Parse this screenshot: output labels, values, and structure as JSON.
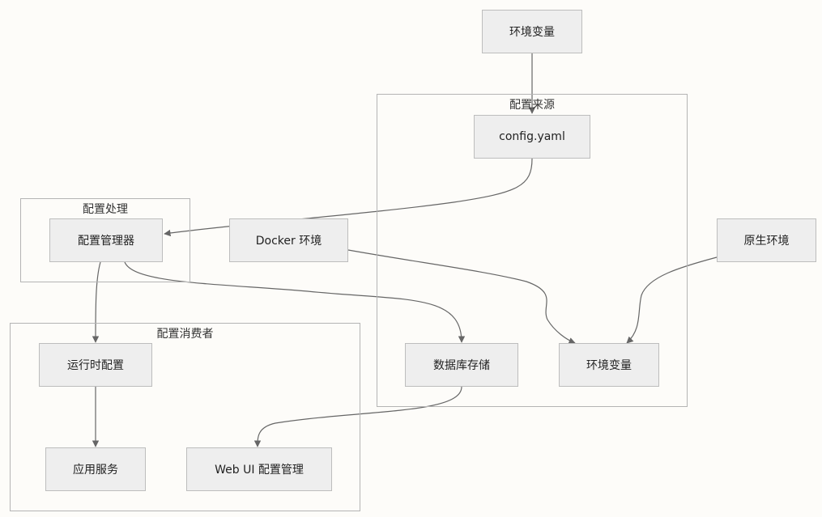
{
  "clusters": {
    "sources": "配置来源",
    "processing": "配置处理",
    "consumers": "配置消费者"
  },
  "nodes": {
    "env_var_top": "环境变量",
    "config_yaml": "config.yaml",
    "config_manager": "配置管理器",
    "docker_env": "Docker 环境",
    "native_env": "原生环境",
    "runtime_config": "运行时配置",
    "db_storage": "数据库存储",
    "env_var_inner": "环境变量",
    "app_service": "应用服务",
    "web_ui": "Web UI 配置管理"
  },
  "colors": {
    "background": "#fdfcf9",
    "node_fill": "#eeeeee",
    "node_border": "#bdbdbd",
    "cluster_border": "#b4b4b4",
    "edge": "#666666"
  }
}
